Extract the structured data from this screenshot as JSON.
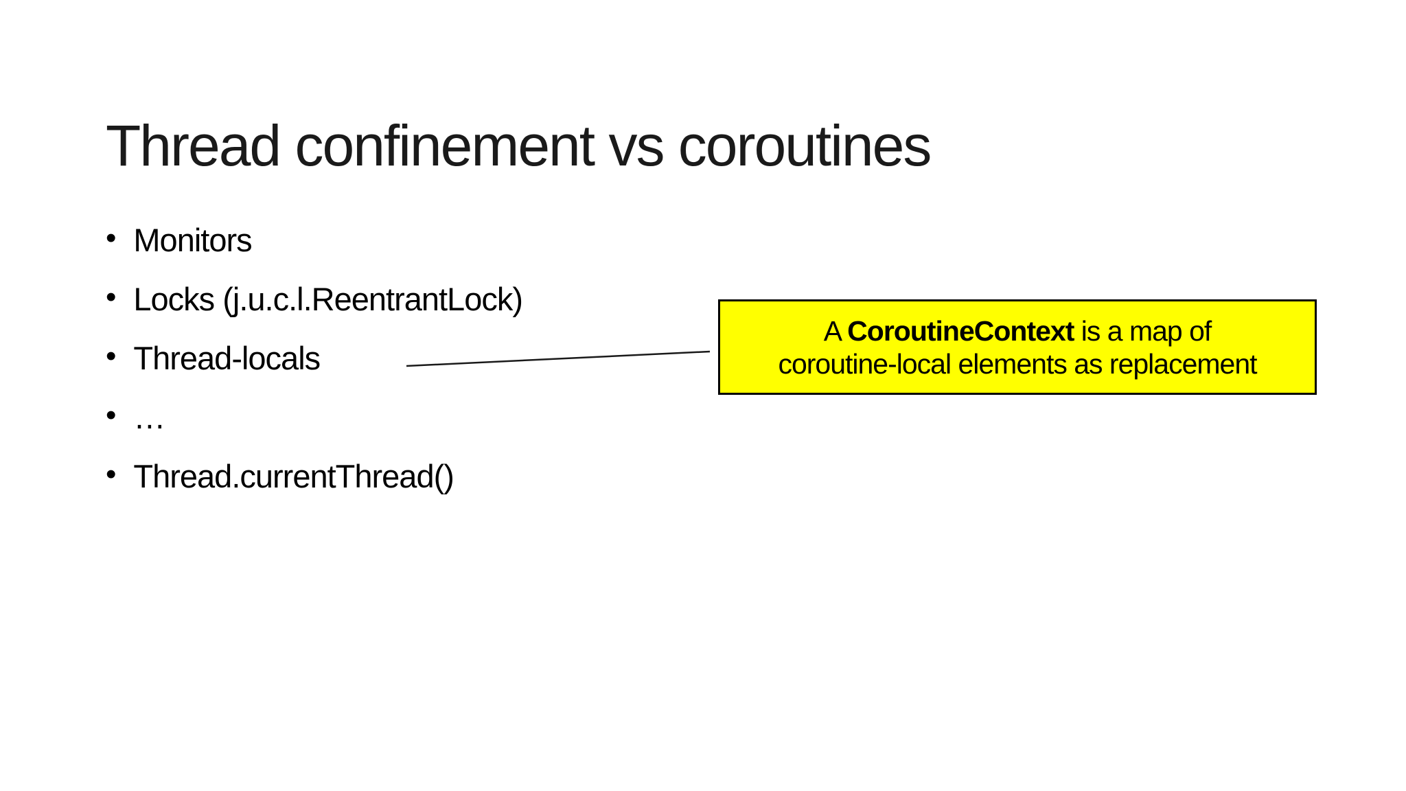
{
  "slide": {
    "title": "Thread confinement vs coroutines",
    "bullets": [
      "Monitors",
      "Locks (j.u.c.l.ReentrantLock)",
      "Thread-locals",
      "…",
      "Thread.currentThread()"
    ],
    "callout": {
      "line1_prefix": "A ",
      "line1_bold": "CoroutineContext",
      "line1_suffix": " is a map of",
      "line2": "coroutine-local elements as replacement",
      "bg_color": "#ffff00",
      "border_color": "#000000",
      "text_color": "#000000"
    },
    "colors": {
      "background": "#ffffff",
      "text": "#000000"
    }
  }
}
